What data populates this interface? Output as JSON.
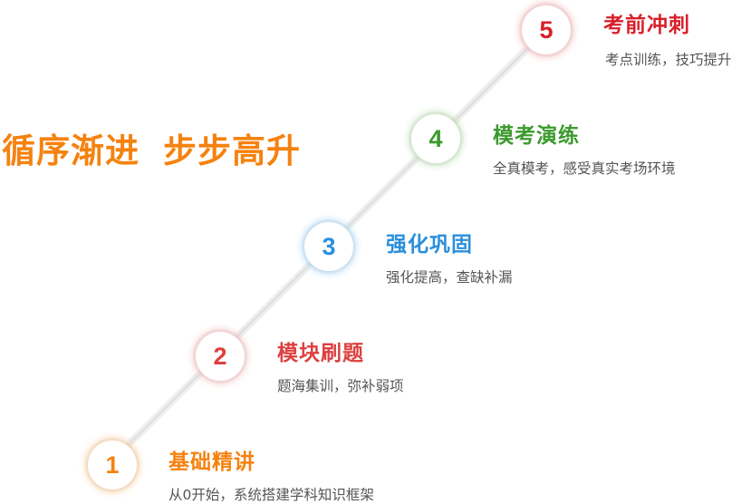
{
  "headline": {
    "part1": "循序渐进",
    "part2": "步步高升"
  },
  "steps": [
    {
      "number": "1",
      "title": "基础精讲",
      "desc": "从0开始，系统搭建学科知识框架",
      "color": "#f5820f",
      "glow": "#fbd9b3"
    },
    {
      "number": "2",
      "title": "模块刷题",
      "desc": "题海集训，弥补弱项",
      "color": "#dd4040",
      "glow": "#f6cccc"
    },
    {
      "number": "3",
      "title": "强化巩固",
      "desc": "强化提高，查缺补漏",
      "color": "#2a8fdc",
      "glow": "#bfe0f7"
    },
    {
      "number": "4",
      "title": "模考演练",
      "desc": "全真模考，感受真实考场环境",
      "color": "#3c9a2e",
      "glow": "#cde8c6"
    },
    {
      "number": "5",
      "title": "考前冲刺",
      "desc": "考点训练，技巧提升",
      "color": "#d8202a",
      "glow": "#f7c8c8"
    }
  ]
}
